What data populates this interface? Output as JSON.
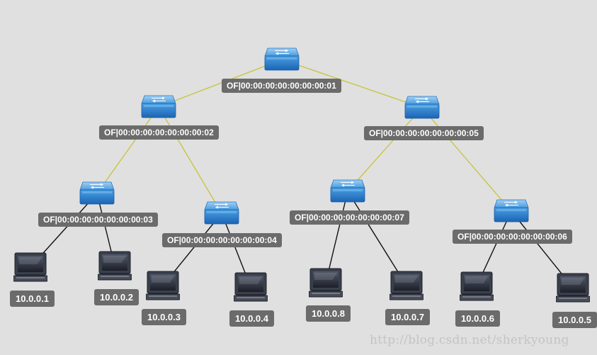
{
  "switches": [
    {
      "id": "s1",
      "label": "OF|00:00:00:00:00:00:00:01"
    },
    {
      "id": "s2",
      "label": "OF|00:00:00:00:00:00:00:02"
    },
    {
      "id": "s5",
      "label": "OF|00:00:00:00:00:00:00:05"
    },
    {
      "id": "s3",
      "label": "OF|00:00:00:00:00:00:00:03"
    },
    {
      "id": "s4",
      "label": "OF|00:00:00:00:00:00:00:04"
    },
    {
      "id": "s7",
      "label": "OF|00:00:00:00:00:00:00:07"
    },
    {
      "id": "s6",
      "label": "OF|00:00:00:00:00:00:00:06"
    }
  ],
  "hosts": [
    {
      "id": "h1",
      "label": "10.0.0.1"
    },
    {
      "id": "h2",
      "label": "10.0.0.2"
    },
    {
      "id": "h3",
      "label": "10.0.0.3"
    },
    {
      "id": "h4",
      "label": "10.0.0.4"
    },
    {
      "id": "h8",
      "label": "10.0.0.8"
    },
    {
      "id": "h7",
      "label": "10.0.0.7"
    },
    {
      "id": "h6",
      "label": "10.0.0.6"
    },
    {
      "id": "h5",
      "label": "10.0.0.5"
    }
  ],
  "links": [
    {
      "from": "s1",
      "to": "s2",
      "kind": "switch"
    },
    {
      "from": "s1",
      "to": "s5",
      "kind": "switch"
    },
    {
      "from": "s2",
      "to": "s3",
      "kind": "switch"
    },
    {
      "from": "s2",
      "to": "s4",
      "kind": "switch"
    },
    {
      "from": "s5",
      "to": "s7",
      "kind": "switch"
    },
    {
      "from": "s5",
      "to": "s6",
      "kind": "switch"
    },
    {
      "from": "s3",
      "to": "h1",
      "kind": "host"
    },
    {
      "from": "s3",
      "to": "h2",
      "kind": "host"
    },
    {
      "from": "s4",
      "to": "h3",
      "kind": "host"
    },
    {
      "from": "s4",
      "to": "h4",
      "kind": "host"
    },
    {
      "from": "s7",
      "to": "h8",
      "kind": "host"
    },
    {
      "from": "s7",
      "to": "h7",
      "kind": "host"
    },
    {
      "from": "s6",
      "to": "h6",
      "kind": "host"
    },
    {
      "from": "s6",
      "to": "h5",
      "kind": "host"
    }
  ],
  "colors": {
    "background": "#e0e0e0",
    "switch_link": "#c8c23a",
    "host_link": "#111111",
    "label_bg": "#6b6b6b",
    "label_text": "#ffffff"
  },
  "icons": {
    "switch": "network-switch-icon",
    "host": "computer-host-icon"
  },
  "watermark": "http://blog.csdn.net/sherkyoung"
}
